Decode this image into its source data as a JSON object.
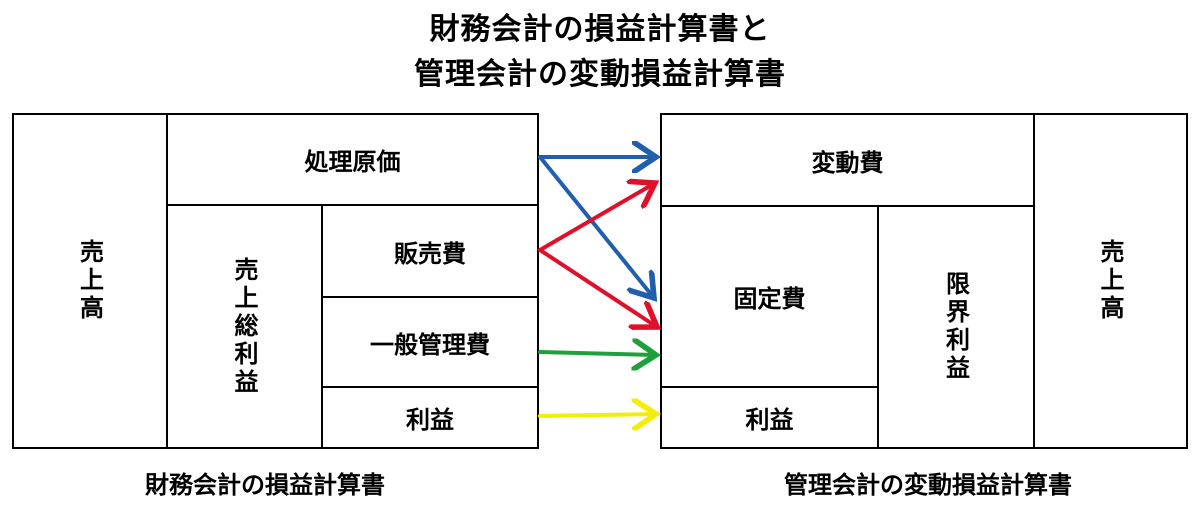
{
  "title": {
    "line1": "財務会計の損益計算書と",
    "line2": "管理会計の変動損益計算書"
  },
  "left": {
    "caption": "財務会計の損益計算書",
    "sales": "売上高",
    "cost_of_sales": "処理原価",
    "gross_profit": "売上総利益",
    "selling_expenses": "販売費",
    "admin_expenses": "一般管理費",
    "profit": "利益"
  },
  "right": {
    "caption": "管理会計の変動損益計算書",
    "variable_cost": "変動費",
    "fixed_cost": "固定費",
    "profit": "利益",
    "marginal_profit": "限界利益",
    "sales": "売上高"
  },
  "colors": {
    "blue": "#1f5fae",
    "red": "#e0102a",
    "green": "#1ea13a",
    "yellow": "#f2ee0a"
  }
}
